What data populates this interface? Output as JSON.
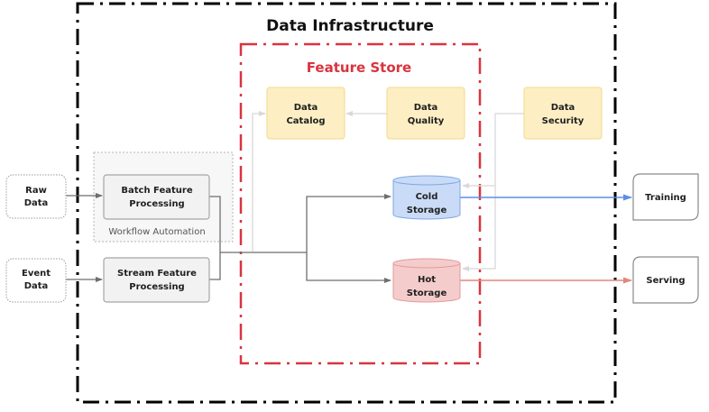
{
  "colors": {
    "outer_border": "#000000",
    "feature_store_border": "#d9343f",
    "feature_store_title": "#d9343f",
    "yellow_fill": "#fdefc3",
    "yellow_stroke": "#f3d98a",
    "gray_fill": "#f2f2f2",
    "gray_stroke": "#9a9a9a",
    "cold_fill": "#c9dbf7",
    "cold_stroke": "#7ea6e6",
    "hot_fill": "#f5cccc",
    "hot_stroke": "#e29a9a",
    "training_line": "#5b8ee6",
    "serving_line": "#e0897a",
    "main_line": "#6e6e6e",
    "faint_line": "#dedede"
  },
  "containers": {
    "data_infrastructure": {
      "title": "Data Infrastructure"
    },
    "feature_store": {
      "title": "Feature Store"
    },
    "workflow_automation": {
      "label": "Workflow Automation"
    }
  },
  "nodes": {
    "raw_data": {
      "lines": [
        "Raw",
        "Data"
      ]
    },
    "event_data": {
      "lines": [
        "Event",
        "Data"
      ]
    },
    "batch_processing": {
      "lines": [
        "Batch Feature",
        "Processing"
      ]
    },
    "stream_processing": {
      "lines": [
        "Stream Feature",
        "Processing"
      ]
    },
    "data_catalog": {
      "lines": [
        "Data",
        "Catalog"
      ]
    },
    "data_quality": {
      "lines": [
        "Data",
        "Quality"
      ]
    },
    "data_security": {
      "lines": [
        "Data",
        "Security"
      ]
    },
    "cold_storage": {
      "lines": [
        "Cold",
        "Storage"
      ]
    },
    "hot_storage": {
      "lines": [
        "Hot",
        "Storage"
      ]
    },
    "training": {
      "lines": [
        "Training"
      ]
    },
    "serving": {
      "lines": [
        "Serving"
      ]
    }
  },
  "edges": [
    {
      "from": "raw_data",
      "to": "batch_processing"
    },
    {
      "from": "event_data",
      "to": "stream_processing"
    },
    {
      "from": "batch_processing",
      "to": "cold_storage"
    },
    {
      "from": "batch_processing",
      "to": "hot_storage"
    },
    {
      "from": "stream_processing",
      "to": "cold_storage"
    },
    {
      "from": "stream_processing",
      "to": "hot_storage"
    },
    {
      "from": "processing",
      "to": "data_catalog"
    },
    {
      "from": "data_quality",
      "to": "data_catalog"
    },
    {
      "from": "data_security",
      "to": "cold_storage"
    },
    {
      "from": "data_security",
      "to": "hot_storage"
    },
    {
      "from": "cold_storage",
      "to": "training"
    },
    {
      "from": "hot_storage",
      "to": "serving"
    }
  ]
}
